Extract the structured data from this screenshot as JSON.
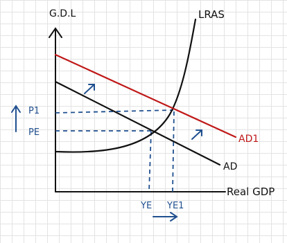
{
  "labels": {
    "y_axis": "G.D.L",
    "x_axis": "Real GDP",
    "curve_lras": "LRAS",
    "curve_ad": "AD",
    "curve_ad1": "AD1",
    "price_new": "P1",
    "price_eq": "PE",
    "output_eq": "YE",
    "output_new": "YE1"
  },
  "colors": {
    "axes_ink": "#111111",
    "ad1_line": "#c01818",
    "annotation_blue": "#1f4f8f",
    "grid": "#e3e3e3"
  },
  "icons": {
    "shift_arrow": "arrow-up-right-icon",
    "price_arrow": "arrow-up-icon",
    "output_arrow": "arrow-right-icon"
  }
}
